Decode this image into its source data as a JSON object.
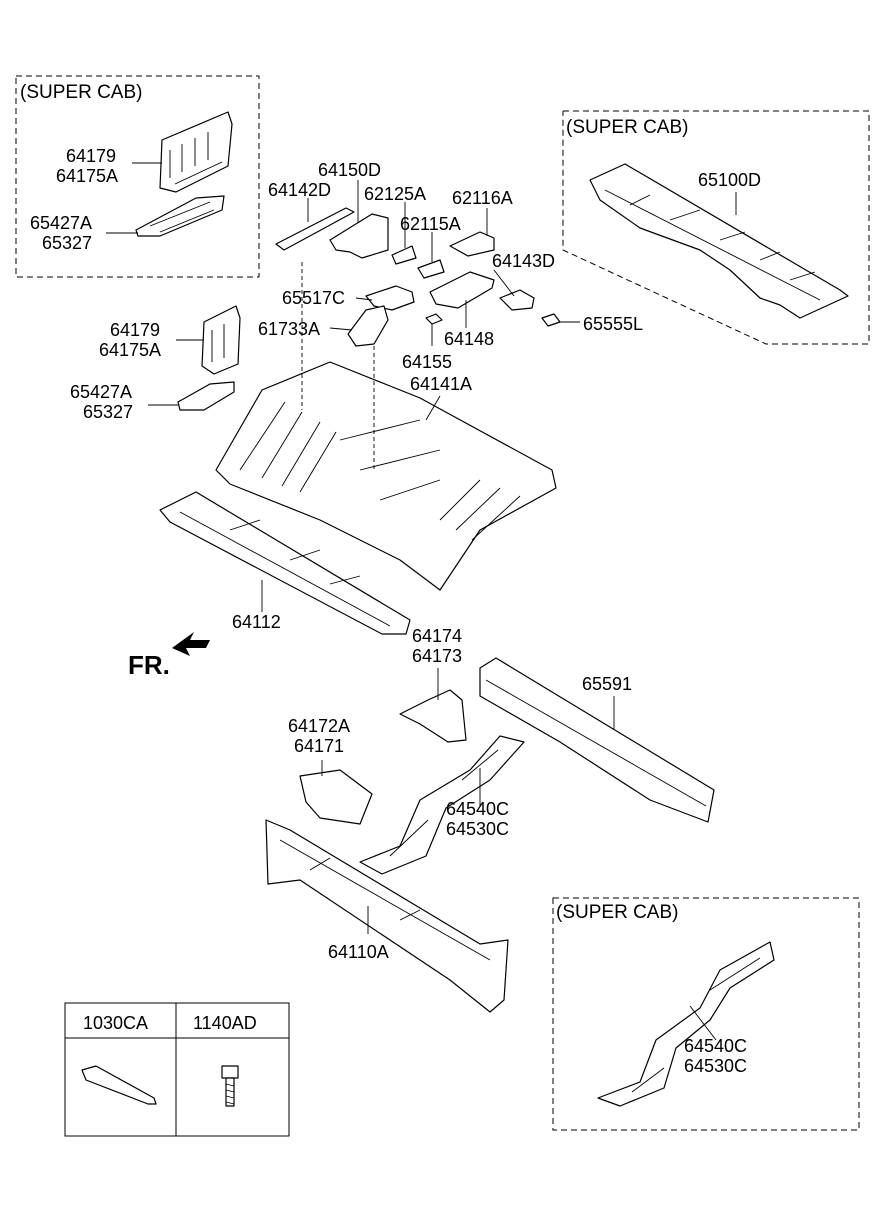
{
  "groups": {
    "super_cab_1": "(SUPER CAB)",
    "super_cab_2": "(SUPER CAB)",
    "super_cab_3": "(SUPER CAB)"
  },
  "labels": {
    "p64179_a": "64179",
    "p64175A_a": "64175A",
    "p65427A_a": "65427A",
    "p65327_a": "65327",
    "p64150D": "64150D",
    "p64142D": "64142D",
    "p62125A": "62125A",
    "p62116A": "62116A",
    "p62115A": "62115A",
    "p64143D": "64143D",
    "p65517C": "65517C",
    "p61733A": "61733A",
    "p64148": "64148",
    "p65555L": "65555L",
    "p64155": "64155",
    "p64141A": "64141A",
    "p65100D": "65100D",
    "p64179_b": "64179",
    "p64175A_b": "64175A",
    "p65427A_b": "65427A",
    "p65327_b": "65327",
    "p64112": "64112",
    "p64174": "64174",
    "p64173": "64173",
    "p65591": "65591",
    "p64172A": "64172A",
    "p64171": "64171",
    "p64540C_a": "64540C",
    "p64530C_a": "64530C",
    "p64110A": "64110A",
    "p64540C_b": "64540C",
    "p64530C_b": "64530C"
  },
  "front_marker": "FR.",
  "fastener_table": {
    "headers": [
      "1030CA",
      "1140AD"
    ]
  }
}
